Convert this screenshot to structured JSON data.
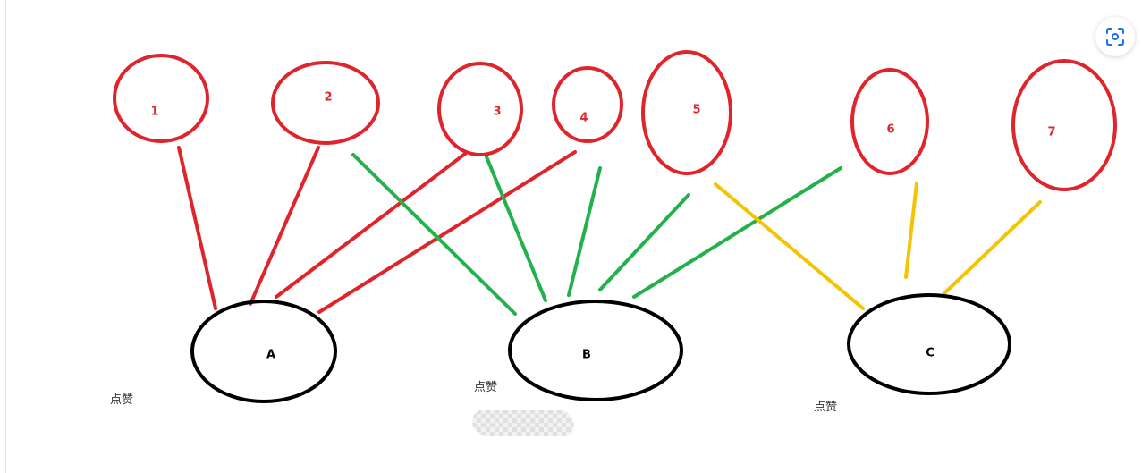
{
  "diagram": {
    "top_nodes": [
      {
        "id": "1",
        "label": "1"
      },
      {
        "id": "2",
        "label": "2"
      },
      {
        "id": "3",
        "label": "3"
      },
      {
        "id": "4",
        "label": "4"
      },
      {
        "id": "5",
        "label": "5"
      },
      {
        "id": "6",
        "label": "6"
      },
      {
        "id": "7",
        "label": "7"
      }
    ],
    "bottom_nodes": [
      {
        "id": "A",
        "label": "A",
        "caption": "点赞"
      },
      {
        "id": "B",
        "label": "B",
        "caption": "点赞"
      },
      {
        "id": "C",
        "label": "C",
        "caption": "点赞"
      }
    ],
    "edges": [
      {
        "from": "1",
        "to": "A",
        "color": "red"
      },
      {
        "from": "2",
        "to": "A",
        "color": "red"
      },
      {
        "from": "3",
        "to": "A",
        "color": "red"
      },
      {
        "from": "4",
        "to": "A",
        "color": "red"
      },
      {
        "from": "2",
        "to": "B",
        "color": "green"
      },
      {
        "from": "3",
        "to": "B",
        "color": "green"
      },
      {
        "from": "4",
        "to": "B",
        "color": "green"
      },
      {
        "from": "5",
        "to": "B",
        "color": "green"
      },
      {
        "from": "6",
        "to": "B",
        "color": "green"
      },
      {
        "from": "5",
        "to": "C",
        "color": "yellow"
      },
      {
        "from": "6",
        "to": "C",
        "color": "yellow"
      },
      {
        "from": "7",
        "to": "C",
        "color": "yellow"
      }
    ]
  },
  "colors": {
    "red": "#e0242b",
    "green": "#22b14c",
    "yellow": "#f5c300",
    "black": "#000000",
    "lens_icon": "#1a73e8"
  },
  "toolbar": {
    "lens_icon": "lens-search-icon"
  }
}
